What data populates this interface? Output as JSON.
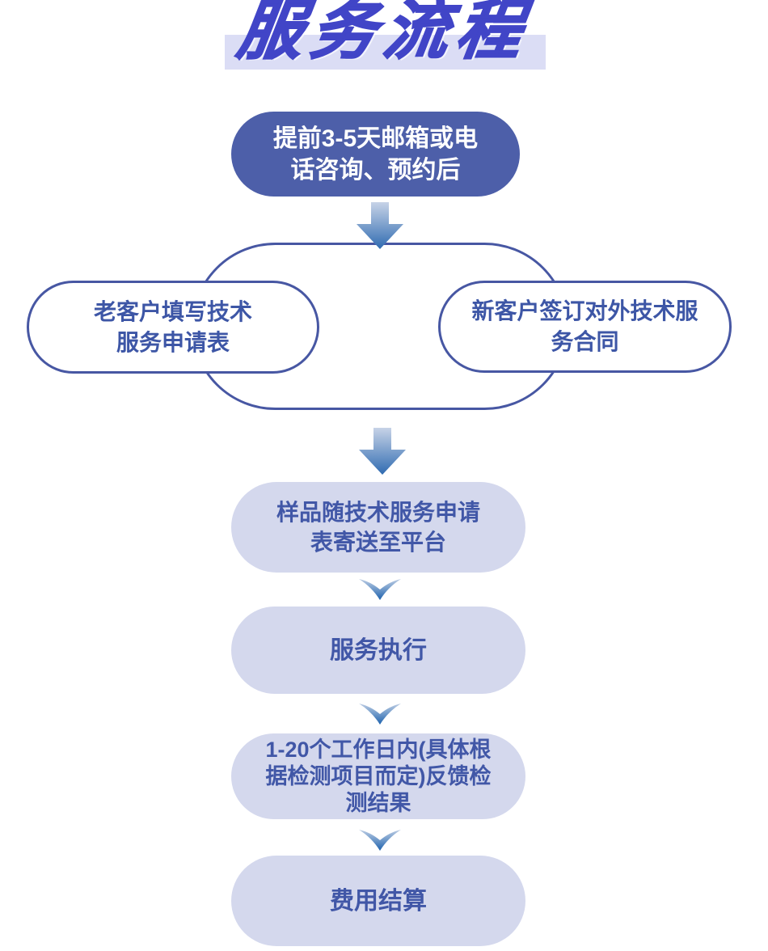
{
  "title": {
    "text": "服务流程"
  },
  "flow": {
    "step_contact": {
      "lines": [
        "提前3-5天邮箱或电",
        "话咨询、预约后"
      ]
    },
    "branch": {
      "left": {
        "lines": [
          "老客户填写技术",
          "服务申请表"
        ]
      },
      "right": {
        "lines": [
          "新客户签订对外技术服",
          "务合同"
        ]
      }
    },
    "step_samples": {
      "lines": [
        "样品随技术服务申请",
        "表寄送至平台"
      ]
    },
    "step_execution": {
      "lines": [
        "服务执行"
      ]
    },
    "step_results": {
      "lines": [
        "1-20个工作日内(具体根",
        "据检测项目而定)反馈检",
        "测结果"
      ]
    },
    "step_settlement": {
      "lines": [
        "费用结算"
      ]
    }
  },
  "icons": {
    "flow_arrow": "down-arrow-icon",
    "flow_chevron": "chevron-down-icon"
  },
  "colors": {
    "title_text": "#4145C7",
    "title_band": "#DBDDF5",
    "dark_pill_bg": "#4D5FA9",
    "dark_pill_text": "#FFFFFF",
    "outline_blue": "#4757A3",
    "pill_text_blue": "#3D56A6",
    "light_pill_bg": "#D4D8ED",
    "arrow_gradient_top": "#C7D3E7",
    "arrow_gradient_bottom": "#2F6BB1",
    "chevron_gradient_top": "#BCCCE3",
    "chevron_gradient_bottom": "#1E63AE"
  }
}
